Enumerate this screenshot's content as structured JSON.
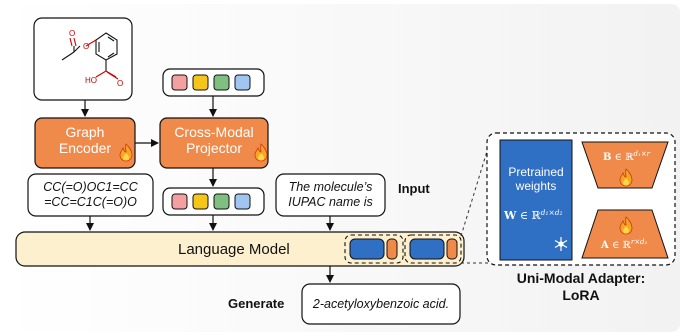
{
  "molecule": {
    "atom_o1": "O",
    "atom_o2": "O",
    "atom_o3": "O",
    "atom_ho": "HO"
  },
  "graph_encoder": {
    "line1": "Graph",
    "line2": "Encoder"
  },
  "projector": {
    "line1": "Cross-Modal",
    "line2": "Projector"
  },
  "smiles": {
    "line1": "CC(=O)OC1=CC",
    "line2": "=CC=C1C(=O)O"
  },
  "prompt": {
    "line1": "The molecule’s",
    "line2": "IUPAC name is"
  },
  "input_label": "Input",
  "language_model": "Language Model",
  "generate_label": "Generate",
  "output_text": "2-acetyloxybenzoic acid.",
  "lora": {
    "pretrained_line1": "Pretrained",
    "pretrained_line2": "weights",
    "caption_line1": "Uni-Modal Adapter:",
    "caption_line2": "LoRA"
  },
  "colors": {
    "orange": "#f08a4b",
    "blue": "#2f6fc4",
    "cream": "#fdf0cf",
    "token_pink": "#f4a0a0",
    "token_yellow": "#f5c518",
    "token_green": "#7fbf7f",
    "token_blue": "#9fc5f0"
  }
}
